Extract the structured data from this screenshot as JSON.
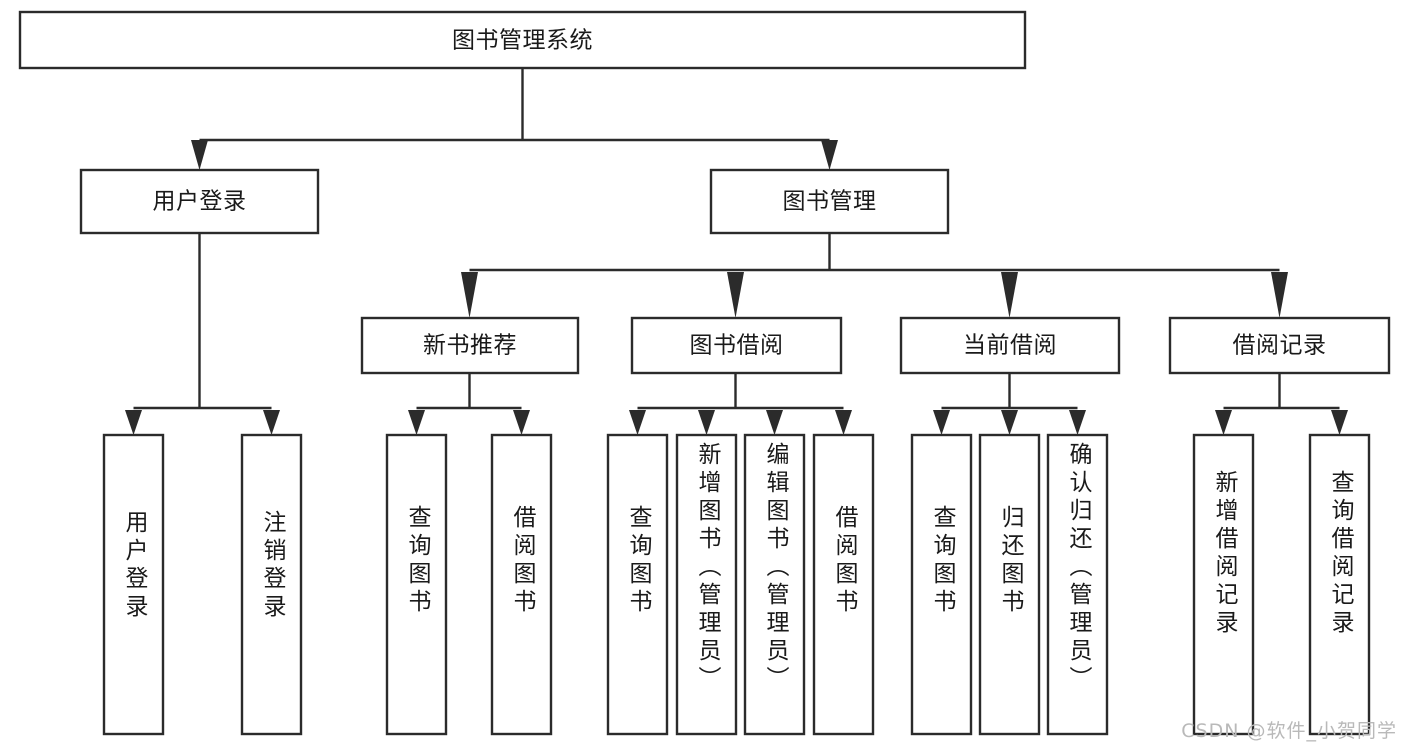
{
  "diagram": {
    "type": "tree-hierarchy",
    "title": "图书管理系统",
    "watermark": "CSDN @软件_小贺同学",
    "colors": {
      "background": "#ffffff",
      "box_fill": "#ffffff",
      "stroke": "#2b2b2b",
      "text": "#1a1a1a",
      "watermark": "#b9b9b9"
    },
    "levels": {
      "root": {
        "label": "图书管理系统"
      },
      "level2": [
        {
          "label": "用户登录"
        },
        {
          "label": "图书管理"
        }
      ],
      "level3": [
        {
          "label": "新书推荐"
        },
        {
          "label": "图书借阅"
        },
        {
          "label": "当前借阅"
        },
        {
          "label": "借阅记录"
        }
      ],
      "leaves": [
        {
          "label": "用户登录",
          "parent": "用户登录"
        },
        {
          "label": "注销登录",
          "parent": "用户登录"
        },
        {
          "label": "查询图书",
          "parent": "新书推荐"
        },
        {
          "label": "借阅图书",
          "parent": "新书推荐"
        },
        {
          "label": "查询图书",
          "parent": "图书借阅"
        },
        {
          "label": "新增图书（管理员）",
          "parent": "图书借阅"
        },
        {
          "label": "编辑图书（管理员）",
          "parent": "图书借阅"
        },
        {
          "label": "借阅图书",
          "parent": "图书借阅"
        },
        {
          "label": "查询图书",
          "parent": "当前借阅"
        },
        {
          "label": "归还图书",
          "parent": "当前借阅"
        },
        {
          "label": "确认归还（管理员）",
          "parent": "当前借阅"
        },
        {
          "label": "新增借阅记录",
          "parent": "借阅记录"
        },
        {
          "label": "查询借阅记录",
          "parent": "借阅记录"
        }
      ]
    }
  }
}
